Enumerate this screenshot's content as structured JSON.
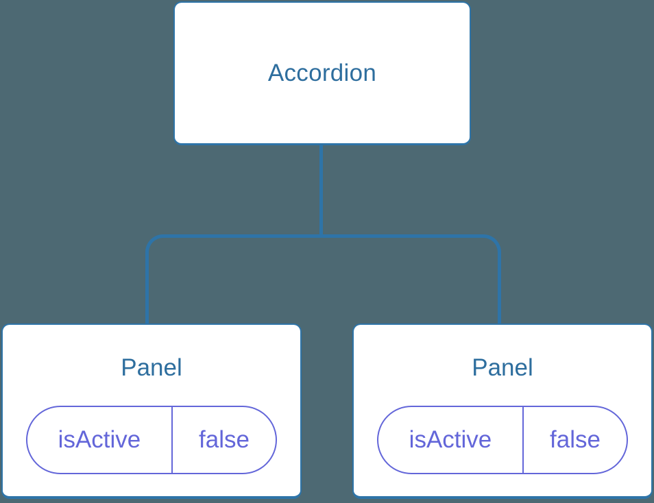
{
  "diagram": {
    "type": "component-tree",
    "colors": {
      "background": "#4D6973",
      "connector_line": "#2E74A8",
      "node_border": "#2E74A8",
      "node_fill": "#FFFFFF",
      "node_label_text": "#2E6E9E",
      "state_pill": "#6366D9"
    },
    "root": {
      "label": "Accordion"
    },
    "children": [
      {
        "label": "Panel",
        "state": {
          "key": "isActive",
          "value": "false"
        }
      },
      {
        "label": "Panel",
        "state": {
          "key": "isActive",
          "value": "false"
        }
      }
    ]
  }
}
